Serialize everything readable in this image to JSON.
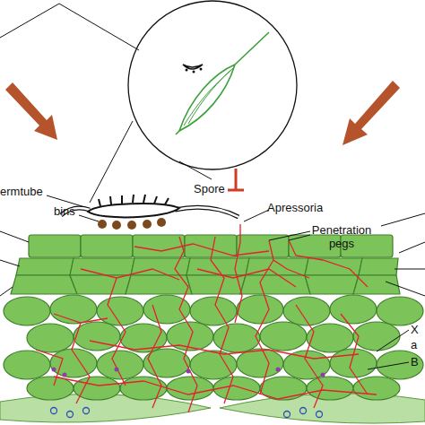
{
  "diagram": {
    "labels": [
      "ermtube",
      "bins",
      "Spore",
      "Apressoria",
      "Penetration pegs",
      "X",
      "a",
      "B"
    ]
  }
}
